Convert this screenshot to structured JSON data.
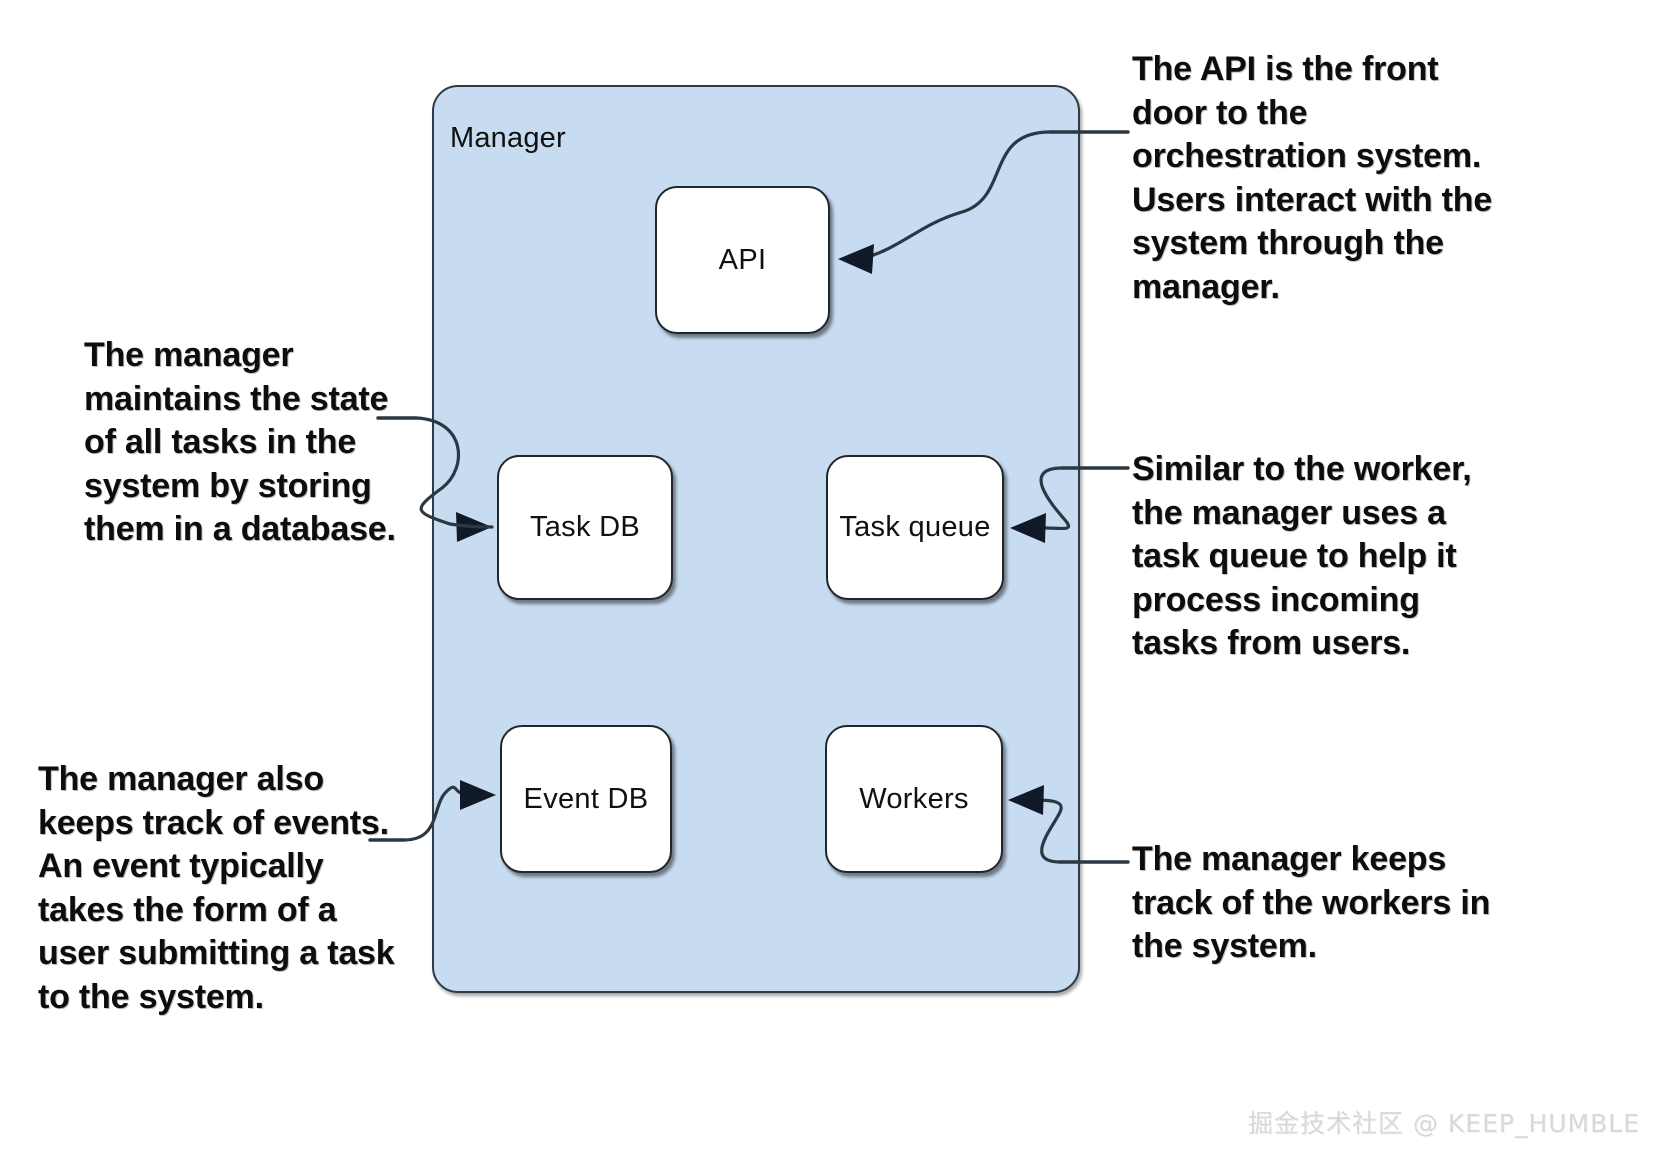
{
  "diagram": {
    "title": "Manager",
    "container": {
      "label": "Manager",
      "fill_color": "#c7dcf0",
      "border_color": "#2f3b46"
    },
    "nodes": [
      {
        "id": "api",
        "label": "API"
      },
      {
        "id": "task-db",
        "label": "Task DB"
      },
      {
        "id": "task-queue",
        "label": "Task queue"
      },
      {
        "id": "event-db",
        "label": "Event DB"
      },
      {
        "id": "workers",
        "label": "Workers"
      }
    ],
    "annotations": [
      {
        "id": "api-note",
        "target": "api",
        "side": "right",
        "text": "The API is the front door to the orchestration system. Users interact with the system through the manager."
      },
      {
        "id": "task-db-note",
        "target": "task-db",
        "side": "left",
        "text": "The manager maintains the state of all tasks in the system by storing them in a database."
      },
      {
        "id": "task-queue-note",
        "target": "task-queue",
        "side": "right",
        "text": "Similar to the worker, the manager uses a task queue to help it process incoming tasks from users."
      },
      {
        "id": "event-db-note",
        "target": "event-db",
        "side": "left",
        "text": "The manager also keeps track of events. An event typically takes the form of a user submitting a task to the system."
      },
      {
        "id": "workers-note",
        "target": "workers",
        "side": "right",
        "text": "The manager keeps track of the workers in the system."
      }
    ],
    "watermark": "掘金技术社区 @ KEEP_HUMBLE"
  }
}
